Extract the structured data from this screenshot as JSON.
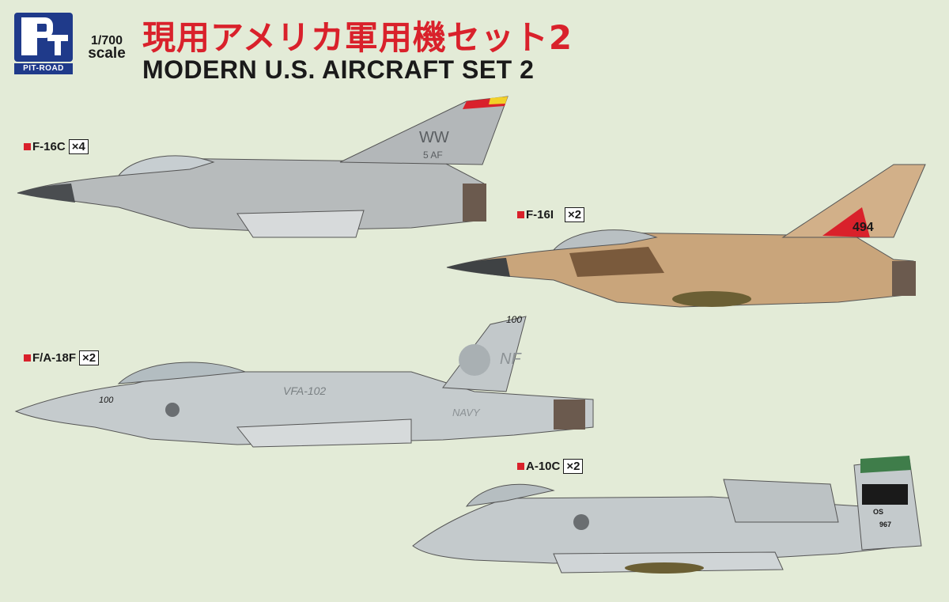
{
  "logo": {
    "brand": "PIT-ROAD"
  },
  "scale": {
    "ratio": "1/700",
    "word": "scale"
  },
  "title_jp": "現用アメリカ軍用機セット2",
  "title_en": "MODERN U.S. AIRCRAFT SET 2",
  "aircraft": [
    {
      "name": "F-16C",
      "qty": "×4",
      "tail_code": "WW",
      "tail_sub": "5 AF"
    },
    {
      "name": "F-16I",
      "qty": "×2",
      "tail_number": "494"
    },
    {
      "name": "F/A-18F",
      "qty": "×2",
      "tail_number": "100",
      "squadron": "VFA-102",
      "nose_number": "100",
      "tail_code": "NF",
      "marking": "NAVY"
    },
    {
      "name": "A-10C",
      "qty": "×2",
      "tail_code": "OS",
      "serial": "967"
    }
  ],
  "colors": {
    "background": "#e3ebd7",
    "title_red": "#d9212b",
    "logo_blue": "#1f3a8a"
  }
}
